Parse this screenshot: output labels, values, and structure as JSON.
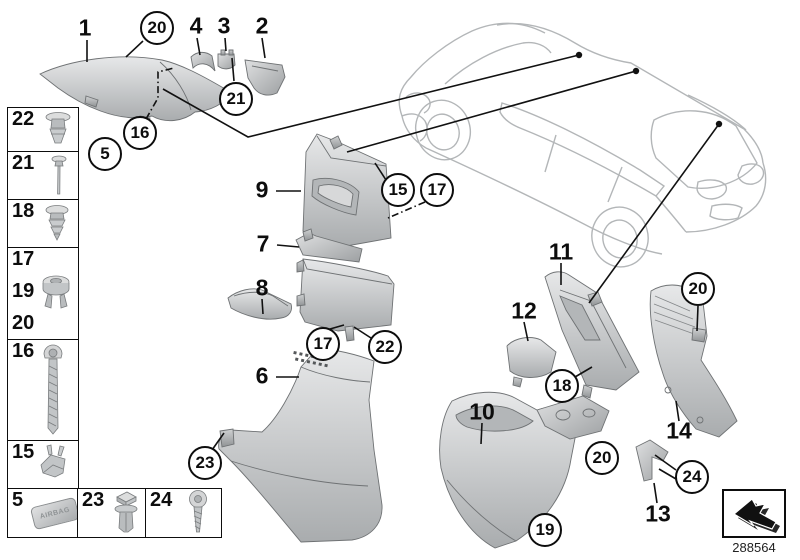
{
  "doc": {
    "number": "288564",
    "direction_symbol": "direction-of-travel-arrow"
  },
  "callouts": {
    "plain": {
      "p1": "1",
      "p4": "4",
      "p3": "3",
      "p2": "2",
      "p9": "9",
      "p7": "7",
      "p8": "8",
      "p6": "6",
      "p11": "11",
      "p12": "12",
      "p10": "10",
      "p14": "14",
      "p13": "13"
    },
    "circled": {
      "c20_top": "20",
      "c21": "21",
      "c16": "16",
      "c5": "5",
      "c15": "15",
      "c17_upper": "17",
      "c17_mid": "17",
      "c22": "22",
      "c23": "23",
      "c18": "18",
      "c20_right": "20",
      "c19": "19",
      "c20_lower": "20",
      "c24": "24"
    }
  },
  "sidebar": {
    "rows": [
      {
        "num": "22",
        "icon": "expansion-rivet-icon"
      },
      {
        "num": "21",
        "icon": "blind-rivet-icon"
      },
      {
        "num": "18",
        "icon": "expanding-clip-icon"
      },
      {
        "num_a": "17",
        "num_b": "19",
        "num_c": "20",
        "icon": "grommet-clip-icon"
      },
      {
        "num": "16",
        "icon": "torx-screw-icon"
      },
      {
        "num": "15",
        "icon": "spring-clip-icon"
      }
    ],
    "bottom_row": [
      {
        "num": "5",
        "icon": "airbag-cap-icon",
        "cap_text": "AIRBAG"
      },
      {
        "num": "23",
        "icon": "expansion-nut-icon"
      },
      {
        "num": "24",
        "icon": "tapping-screw-icon"
      }
    ]
  }
}
